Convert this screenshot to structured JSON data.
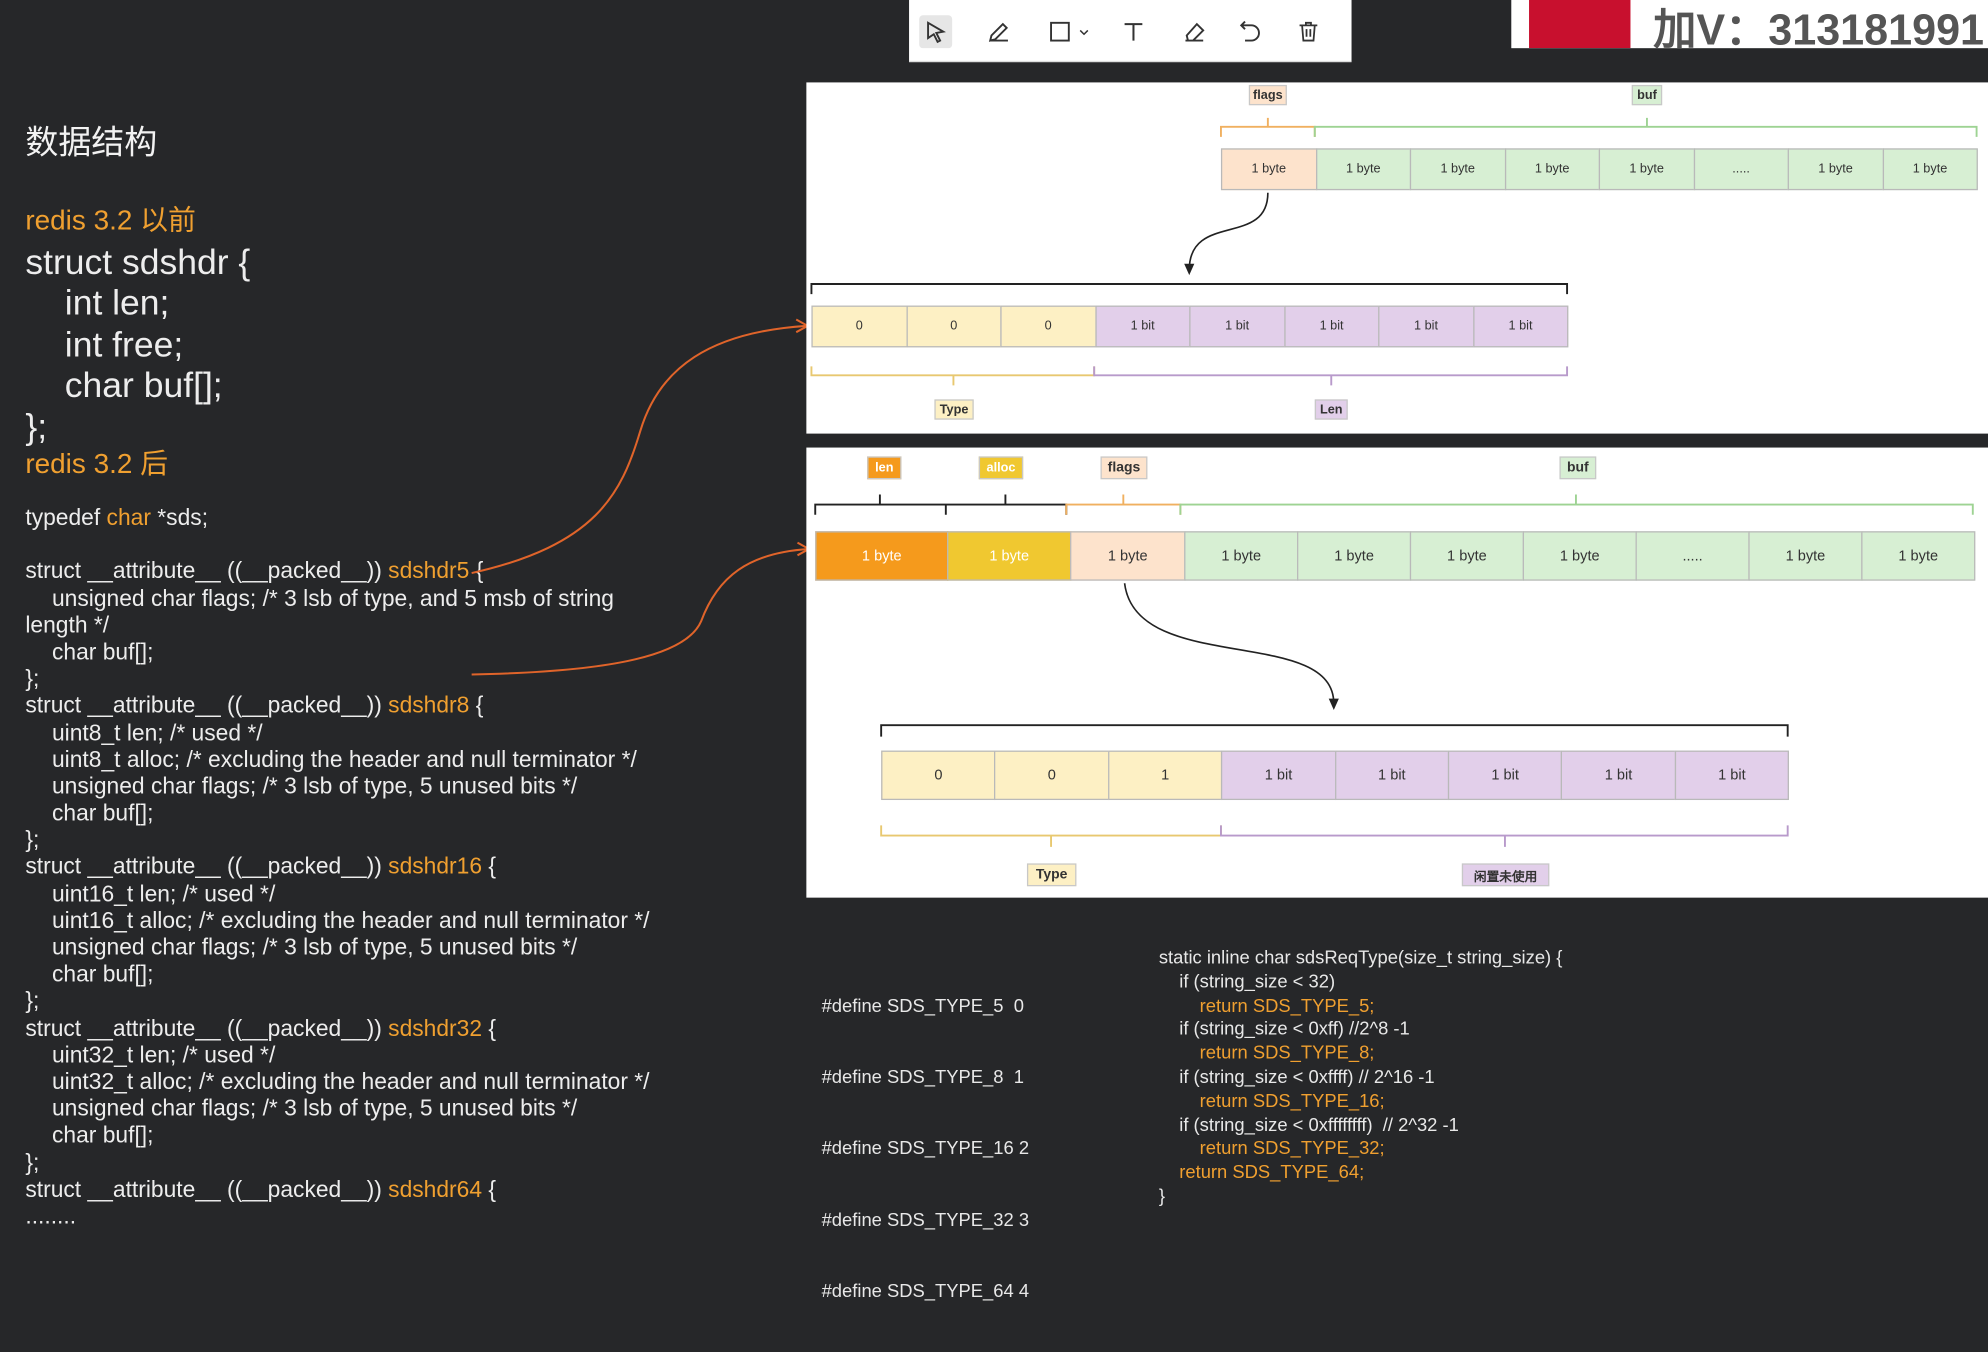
{
  "title": "数据结构",
  "old_struct": {
    "heading": "redis 3.2 以前",
    "lines": [
      "struct sdshdr {",
      "    int len;",
      "    int free;",
      "    char buf[];",
      "};"
    ]
  },
  "new_heading": "redis 3.2 后",
  "typedef": {
    "prefix": "typedef ",
    "kw": "char",
    "suffix": " *sds;"
  },
  "structs": {
    "prefix": "struct __attribute__ ((__packed__)) ",
    "sdshdr5": {
      "name": "sdshdr5",
      "open": " {",
      "l1": "unsigned char flags; /* 3 lsb of type, and 5 msb of string",
      "l2": "length */",
      "l3": "char buf[];",
      "close": "};"
    },
    "sdshdr8": {
      "name": "sdshdr8",
      "open": " {",
      "l1": "uint8_t len; /* used */",
      "l2": "uint8_t alloc; /* excluding the header and null terminator */",
      "l3": "unsigned char flags; /* 3 lsb of type, 5 unused bits */",
      "l4": "char buf[];",
      "close": "};"
    },
    "sdshdr16": {
      "name": "sdshdr16",
      "open": " {",
      "l1": "uint16_t len; /* used */",
      "l2": "uint16_t alloc; /* excluding the header and null terminator */",
      "l3": "unsigned char flags; /* 3 lsb of type, 5 unused bits */",
      "l4": "char buf[];",
      "close": "};"
    },
    "sdshdr32": {
      "name": "sdshdr32",
      "open": " {",
      "l1": "uint32_t len; /* used */",
      "l2": "uint32_t alloc; /* excluding the header and null terminator */",
      "l3": "unsigned char flags; /* 3 lsb of type, 5 unused bits */",
      "l4": "char buf[];",
      "close": "};"
    },
    "sdshdr64": {
      "name": "sdshdr64",
      "open": " {",
      "ellipsis": "........"
    }
  },
  "defines": [
    "#define SDS_TYPE_5  0",
    "#define SDS_TYPE_8  1",
    "#define SDS_TYPE_16 2",
    "#define SDS_TYPE_32 3",
    "#define SDS_TYPE_64 4"
  ],
  "req_type": [
    {
      "t": "static inline char sdsReqType(size_t string_size) {",
      "ret": false
    },
    {
      "t": "    if (string_size < 32)",
      "ret": false
    },
    {
      "t": "        return SDS_TYPE_5;",
      "ret": true
    },
    {
      "t": "    if (string_size < 0xff) //2^8 -1",
      "ret": false
    },
    {
      "t": "        return SDS_TYPE_8;",
      "ret": true
    },
    {
      "t": "    if (string_size < 0xffff) // 2^16 -1",
      "ret": false
    },
    {
      "t": "        return SDS_TYPE_16;",
      "ret": true
    },
    {
      "t": "    if (string_size < 0xffffffff)  // 2^32 -1",
      "ret": false
    },
    {
      "t": "        return SDS_TYPE_32;",
      "ret": true
    },
    {
      "t": "    return SDS_TYPE_64;",
      "ret": true
    },
    {
      "t": "}",
      "ret": false
    }
  ],
  "diagram1": {
    "flags_label": "flags",
    "buf_label": "buf",
    "bytes": [
      "1 byte",
      "1 byte",
      "1 byte",
      "1 byte",
      "1 byte",
      ".....",
      "1 byte",
      "1 byte"
    ],
    "bits": [
      "0",
      "0",
      "0",
      "1 bit",
      "1 bit",
      "1 bit",
      "1 bit",
      "1 bit"
    ],
    "type_label": "Type",
    "len_label": "Len"
  },
  "diagram2": {
    "len_label": "len",
    "alloc_label": "alloc",
    "flags_label": "flags",
    "buf_label": "buf",
    "bytes": [
      "1 byte",
      "1 byte",
      "1 byte",
      "1 byte",
      "1 byte",
      "1 byte",
      "1 byte",
      ".....",
      "1 byte",
      "1 byte"
    ],
    "bits": [
      "0",
      "0",
      "1",
      "1 bit",
      "1 bit",
      "1 bit",
      "1 bit",
      "1 bit"
    ],
    "type_label": "Type",
    "unused_label": "闲置未使用"
  },
  "toolbar": {
    "icons": [
      "cursor-icon",
      "pen-icon",
      "rectangle-icon",
      "text-icon",
      "eraser-icon",
      "undo-icon",
      "trash-icon"
    ]
  },
  "watermark": {
    "text": "加V：313181991"
  },
  "colors": {
    "orange": "#f0a030",
    "flags_bg": "#fde3cc",
    "buf_bg": "#d7efd3",
    "bit_bg": "#e2cfea",
    "type_bg": "#fdf0c4",
    "len_bg": "#f59a1c",
    "alloc_bg": "#f0c830"
  }
}
